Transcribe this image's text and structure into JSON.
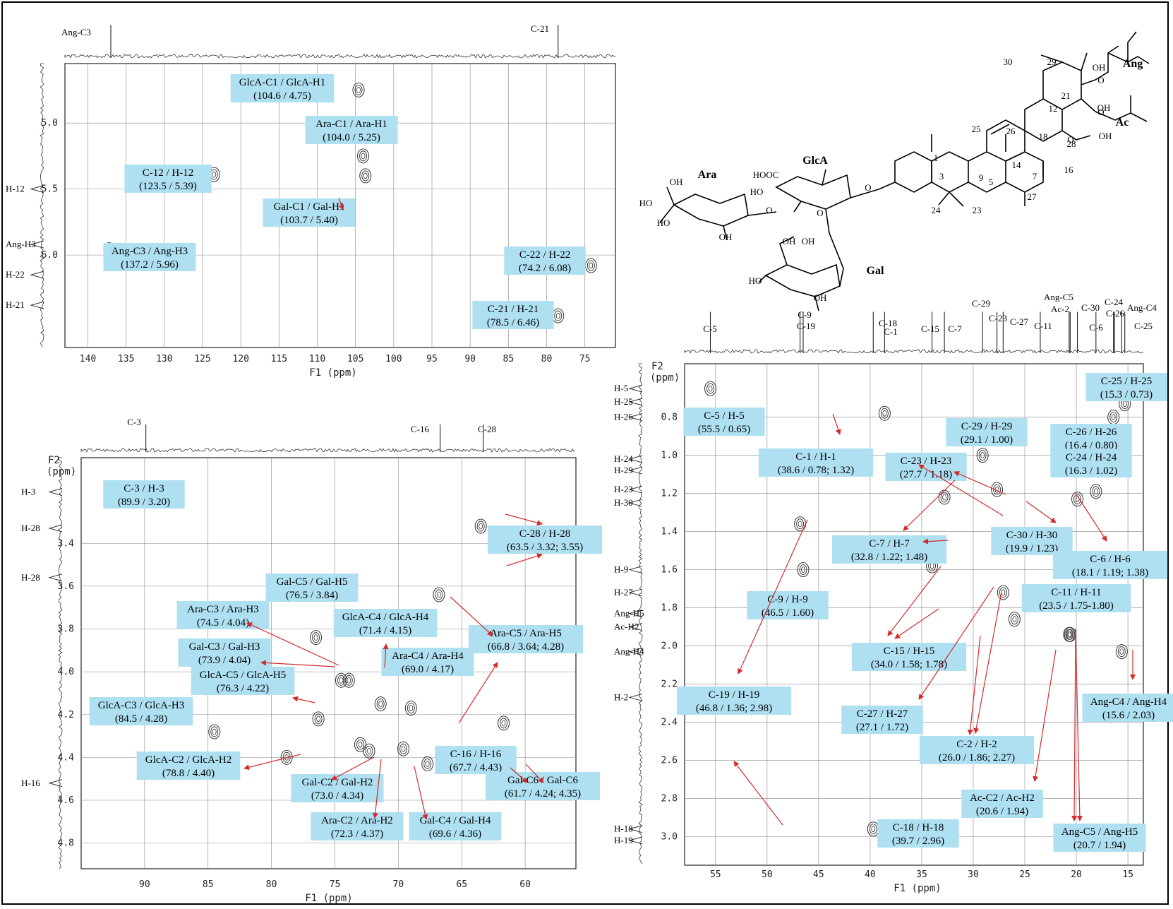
{
  "chart_data": [
    {
      "type": "scatter",
      "id": "p1",
      "xlabel": "F1 (ppm)",
      "ylabel": "",
      "xlim": [
        143,
        71
      ],
      "ylim": [
        4.55,
        6.7
      ],
      "xticks": [
        140,
        135,
        130,
        125,
        120,
        115,
        110,
        105,
        100,
        95,
        90,
        85,
        80,
        75
      ],
      "yticks": [
        5.0,
        5.5,
        6.0
      ],
      "top_spectrum_labels": [
        "Ang-C3",
        "C-21"
      ],
      "side_spectrum_labels": [
        "H-12",
        "Ang-H3",
        "H-22",
        "H-21"
      ],
      "peaks": [
        {
          "x": 104.6,
          "y": 4.75,
          "label": [
            "GlcA-C1 / GlcA-H1",
            "(104.6 / 4.75)"
          ]
        },
        {
          "x": 104.0,
          "y": 5.25,
          "label": [
            "Ara-C1 / Ara-H1",
            "(104.0 / 5.25)"
          ]
        },
        {
          "x": 123.5,
          "y": 5.39,
          "label": [
            "C-12 / H-12",
            "(123.5 / 5.39)"
          ]
        },
        {
          "x": 103.7,
          "y": 5.4,
          "label": [
            "Gal-C1 / Gal-H1",
            "(103.7 / 5.40)"
          ]
        },
        {
          "x": 137.2,
          "y": 5.96,
          "label": [
            "Ang-C3 / Ang-H3",
            "(137.2 / 5.96)"
          ]
        },
        {
          "x": 74.2,
          "y": 6.08,
          "label": [
            "C-22 / H-22",
            "(74.2 / 6.08)"
          ]
        },
        {
          "x": 78.5,
          "y": 6.46,
          "label": [
            "C-21 / H-21",
            "(78.5 / 6.46)"
          ]
        }
      ]
    },
    {
      "type": "scatter",
      "id": "p2",
      "xlabel": "F1 (ppm)",
      "ylabel": "F2 (ppm)",
      "xlim": [
        95,
        56
      ],
      "ylim": [
        3.0,
        4.92
      ],
      "xticks": [
        90,
        85,
        80,
        75,
        70,
        65,
        60
      ],
      "yticks": [
        3.4,
        3.6,
        3.8,
        4.0,
        4.2,
        4.4,
        4.6,
        4.8
      ],
      "top_spectrum_labels": [
        "C-3",
        "C-16",
        "C-28"
      ],
      "side_spectrum_labels": [
        "H-3",
        "H-28",
        "H-28",
        "H-16"
      ],
      "peaks": [
        {
          "x": 89.9,
          "y": 3.2,
          "label": [
            "C-3 / H-3",
            "(89.9 / 3.20)"
          ]
        },
        {
          "x": 63.5,
          "y": 3.32,
          "label": [
            "C-28 / H-28",
            "(63.5 / 3.32; 3.55)"
          ]
        },
        {
          "x": 76.5,
          "y": 3.84,
          "label": [
            "Gal-C5 / Gal-H5",
            "(76.5 / 3.84)"
          ]
        },
        {
          "x": 74.5,
          "y": 4.04,
          "label": [
            "Ara-C3 / Ara-H3",
            "(74.5 / 4.04)"
          ]
        },
        {
          "x": 71.4,
          "y": 4.15,
          "label": [
            "GlcA-C4 / GlcA-H4",
            "(71.4 / 4.15)"
          ]
        },
        {
          "x": 66.8,
          "y": 3.64,
          "label": [
            "Ara-C5 / Ara-H5",
            "(66.8 / 3.64; 4.28)"
          ]
        },
        {
          "x": 73.9,
          "y": 4.04,
          "label": [
            "Gal-C3 / Gal-H3",
            "(73.9 / 4.04)"
          ]
        },
        {
          "x": 69.0,
          "y": 4.17,
          "label": [
            "Ara-C4 / Ara-H4",
            "(69.0 / 4.17)"
          ]
        },
        {
          "x": 76.3,
          "y": 4.22,
          "label": [
            "GlcA-C5 / GlcA-H5",
            "(76.3 / 4.22)"
          ]
        },
        {
          "x": 84.5,
          "y": 4.28,
          "label": [
            "GlcA-C3 / GlcA-H3",
            "(84.5 / 4.28)"
          ]
        },
        {
          "x": 78.8,
          "y": 4.4,
          "label": [
            "GlcA-C2 / GlcA-H2",
            "(78.8 / 4.40)"
          ]
        },
        {
          "x": 67.7,
          "y": 4.43,
          "label": [
            "C-16 / H-16",
            "(67.7 / 4.43)"
          ]
        },
        {
          "x": 73.0,
          "y": 4.34,
          "label": [
            "Gal-C2 / Gal-H2",
            "(73.0 / 4.34)"
          ]
        },
        {
          "x": 61.7,
          "y": 4.24,
          "label": [
            "Gal-C6 / Gal-C6",
            "(61.7 / 4.24; 4.35)"
          ]
        },
        {
          "x": 72.3,
          "y": 4.37,
          "label": [
            "Ara-C2 / Ara-H2",
            "(72.3 / 4.37)"
          ]
        },
        {
          "x": 69.6,
          "y": 4.36,
          "label": [
            "Gal-C4 / Gal-H4",
            "(69.6 / 4.36)"
          ]
        }
      ]
    },
    {
      "type": "scatter",
      "id": "p3",
      "xlabel": "F1 (ppm)",
      "ylabel": "F2 (ppm)",
      "xlim": [
        58,
        13.5
      ],
      "ylim": [
        0.52,
        3.15
      ],
      "xticks": [
        55,
        50,
        45,
        40,
        35,
        30,
        25,
        20,
        15
      ],
      "yticks": [
        0.8,
        1.0,
        1.2,
        1.4,
        1.6,
        1.8,
        2.0,
        2.2,
        2.4,
        2.6,
        2.8,
        3.0
      ],
      "top_spectrum_labels": [
        "C-5",
        "C-9",
        "C-19",
        "C-18",
        "C-1",
        "C-15",
        "C-7",
        "C-29",
        "C-23",
        "C-27",
        "C-11",
        "Ang-C5",
        "Ac-2",
        "C-30",
        "C-6",
        "C-24",
        "C-26",
        "Ang-C4",
        "C-25"
      ],
      "side_spectrum_labels": [
        "H-5",
        "H-25",
        "H-26",
        "H-24",
        "H-29",
        "H-23",
        "H-30",
        "H-9",
        "H-27",
        "Ang-H5",
        "Ac-H2",
        "Ang-H4",
        "H-2",
        "H-18",
        "H-19"
      ],
      "peaks": [
        {
          "x": 55.5,
          "y": 0.65,
          "label": [
            "C-5 / H-5",
            "(55.5 / 0.65)"
          ]
        },
        {
          "x": 15.3,
          "y": 0.73,
          "label": [
            "C-25 / H-25",
            "(15.3 / 0.73)"
          ]
        },
        {
          "x": 38.6,
          "y": 0.78,
          "label": [
            "C-1 / H-1",
            "(38.6 / 0.78; 1.32)"
          ]
        },
        {
          "x": 29.1,
          "y": 1.0,
          "label": [
            "C-29 / H-29",
            "(29.1 / 1.00)"
          ]
        },
        {
          "x": 16.4,
          "y": 0.8,
          "label": [
            "C-26 / H-26",
            "(16.4 / 0.80)"
          ]
        },
        {
          "x": 27.7,
          "y": 1.18,
          "label": [
            "C-23 / H-23",
            "(27.7 / 1.18)"
          ]
        },
        {
          "x": 16.3,
          "y": 1.02,
          "label": [
            "C-24 / H-24",
            "(16.3 / 1.02)"
          ]
        },
        {
          "x": 19.9,
          "y": 1.23,
          "label": [
            "C-30 / H-30",
            "(19.9 / 1.23)"
          ]
        },
        {
          "x": 32.8,
          "y": 1.22,
          "label": [
            "C-7 / H-7",
            "(32.8 / 1.22; 1.48)"
          ]
        },
        {
          "x": 18.1,
          "y": 1.19,
          "label": [
            "C-6 / H-6",
            "(18.1 / 1.19; 1.38)"
          ]
        },
        {
          "x": 46.5,
          "y": 1.6,
          "label": [
            "C-9 / H-9",
            "(46.5 / 1.60)"
          ]
        },
        {
          "x": 23.5,
          "y": 1.78,
          "label": [
            "C-11 / H-11",
            "(23.5 / 1.75-1.80)"
          ]
        },
        {
          "x": 34.0,
          "y": 1.58,
          "label": [
            "C-15 / H-15",
            "(34.0 / 1.58; 1.78)"
          ]
        },
        {
          "x": 46.8,
          "y": 1.36,
          "label": [
            "C-19 / H-19",
            "(46.8 / 1.36; 2.98)"
          ]
        },
        {
          "x": 27.1,
          "y": 1.72,
          "label": [
            "C-27 / H-27",
            "(27.1 / 1.72)"
          ]
        },
        {
          "x": 15.6,
          "y": 2.03,
          "label": [
            "Ang-C4 / Ang-H4",
            "(15.6 / 2.03)"
          ]
        },
        {
          "x": 26.0,
          "y": 1.86,
          "label": [
            "C-2 / H-2",
            "(26.0 / 1.86; 2.27)"
          ]
        },
        {
          "x": 20.6,
          "y": 1.94,
          "label": [
            "Ac-C2 / Ac-H2",
            "(20.6 / 1.94)"
          ]
        },
        {
          "x": 39.7,
          "y": 2.96,
          "label": [
            "C-18 / H-18",
            "(39.7 / 2.96)"
          ]
        },
        {
          "x": 20.7,
          "y": 1.94,
          "label": [
            "Ang-C5 / Ang-H5",
            "(20.7 / 1.94)"
          ]
        }
      ]
    }
  ],
  "structure": {
    "fragments": [
      "Ang",
      "Ac",
      "GlcA",
      "Ara",
      "Gal"
    ],
    "substituents": [
      "HOOC",
      "HO",
      "OH",
      "HO",
      "OH",
      "HO",
      "OH",
      "OH",
      "OH",
      "HO",
      "OH",
      "O",
      "O",
      "O",
      "OH",
      "OH",
      "O",
      "O",
      "O"
    ],
    "atom_numbers": [
      "30",
      "29",
      "21",
      "12",
      "18",
      "25",
      "26",
      "28",
      "14",
      "16",
      "1",
      "9",
      "3",
      "5",
      "7",
      "27",
      "24",
      "23"
    ]
  },
  "style": {
    "label_bg": "#aee0f2",
    "arrow": "#d32b2b",
    "grid": "#888888",
    "contour": "#333333"
  }
}
